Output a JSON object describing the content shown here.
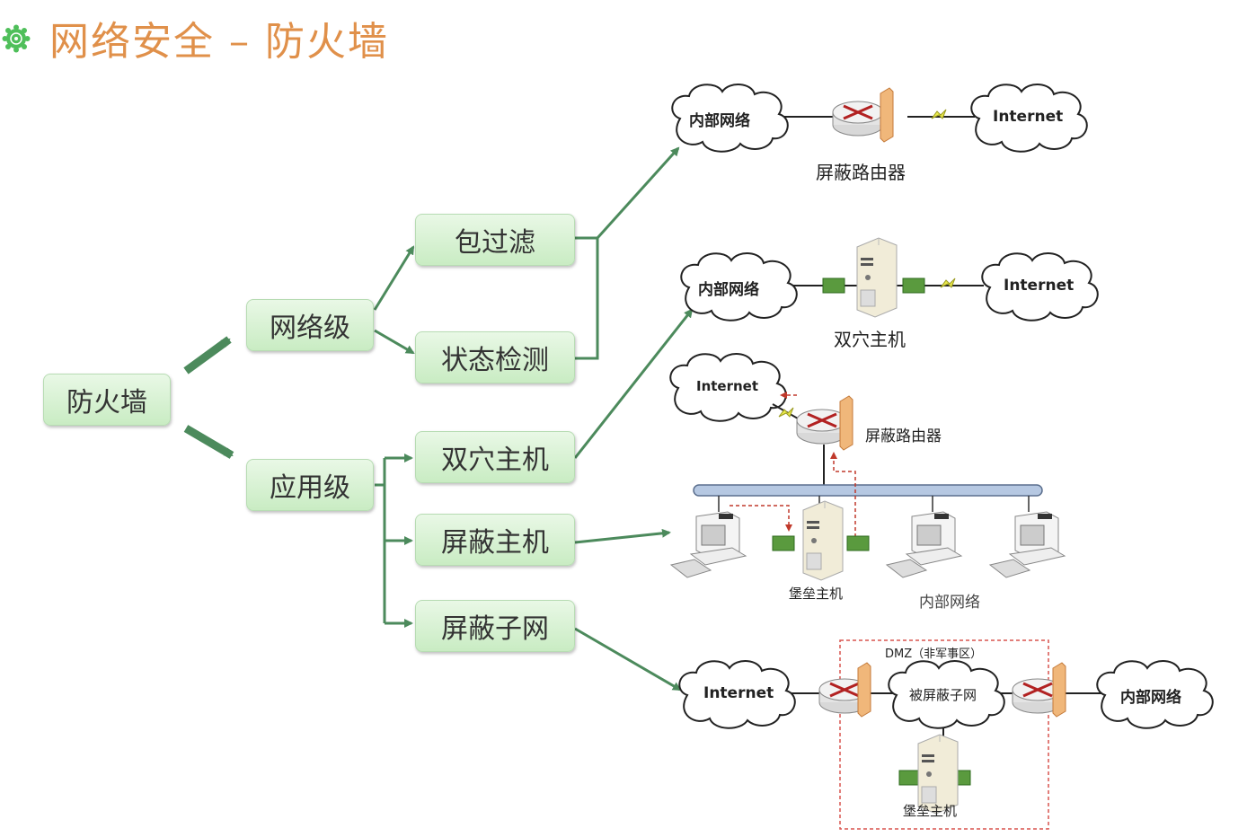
{
  "slide": {
    "title": "网络安全 – 防火墙",
    "bullet_icon": "gear-flower-icon"
  },
  "tree": {
    "root": "防火墙",
    "level1": [
      "网络级",
      "应用级"
    ],
    "network_children": [
      "包过滤",
      "状态检测"
    ],
    "application_children": [
      "双穴主机",
      "屏蔽主机",
      "屏蔽子网"
    ]
  },
  "diagrams": {
    "screening_router": {
      "internal": "内部网络",
      "device": "屏蔽路由器",
      "external": "Internet"
    },
    "dual_homed": {
      "internal": "内部网络",
      "device": "双穴主机",
      "external": "Internet"
    },
    "screened_host": {
      "external": "Internet",
      "router": "屏蔽路由器",
      "bastion": "堡垒主机",
      "internal": "内部网络"
    },
    "screened_subnet": {
      "external": "Internet",
      "dmz_label": "DMZ（非军事区）",
      "subnet": "被屏蔽子网",
      "internal": "内部网络",
      "bastion": "堡垒主机"
    }
  },
  "colors": {
    "title": "#e0904a",
    "node_fill": "#d4f0cf",
    "connector": "#4c8a5c",
    "dmz_border": "#d9534f"
  }
}
